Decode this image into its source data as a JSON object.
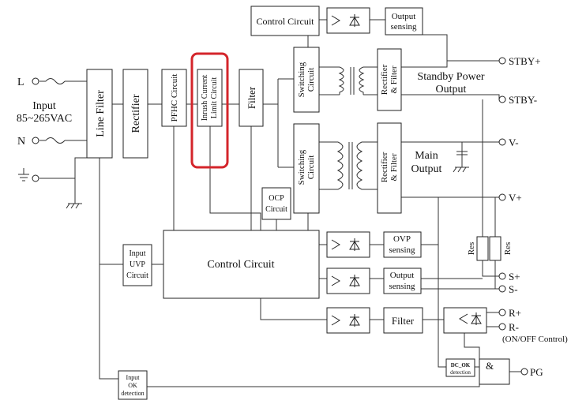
{
  "diagram": {
    "terminals_left": {
      "l": "L",
      "n": "N",
      "input": "Input",
      "range": "85~265VAC"
    },
    "blocks": {
      "line_filter": "Line Filter",
      "rectifier": "Rectifier",
      "pfhc": "PFHC Circuit",
      "inrush_1": "Inrush Current",
      "inrush_2": "Limit Circuit",
      "filter_v": "Filter",
      "control_top": "Control Circuit",
      "output_sensing_top_1": "Output",
      "output_sensing_top_2": "sensing",
      "switching_1": "Switching",
      "switching_2": "Circuit",
      "rect_filter_1": "Rectifier",
      "rect_filter_2": "& Filter",
      "standby_1": "Standby Power",
      "standby_2": "Output",
      "main_1": "Main",
      "main_2": "Output",
      "ocp_1": "OCP",
      "ocp_2": "Circuit",
      "input_uvp_1": "Input",
      "input_uvp_2": "UVP",
      "input_uvp_3": "Circuit",
      "control_main": "Control Circuit",
      "ovp_1": "OVP",
      "ovp_2": "sensing",
      "out_sense_1": "Output",
      "out_sense_2": "sensing",
      "filter_bottom": "Filter",
      "res": "Res",
      "input_ok_1": "Input",
      "input_ok_2": "OK",
      "input_ok_3": "detection",
      "dc_ok_1": "DC_OK",
      "dc_ok_2": "detection",
      "and_gate": "&"
    },
    "terminals_right": {
      "stby_plus": "STBY+",
      "stby_minus": "STBY-",
      "v_minus": "V-",
      "v_plus": "V+",
      "s_plus": "S+",
      "s_minus": "S-",
      "r_plus": "R+",
      "r_minus": "R-",
      "onoff": "(ON/OFF Control)",
      "pg": "PG"
    },
    "highlight_color": "#d4252b"
  }
}
